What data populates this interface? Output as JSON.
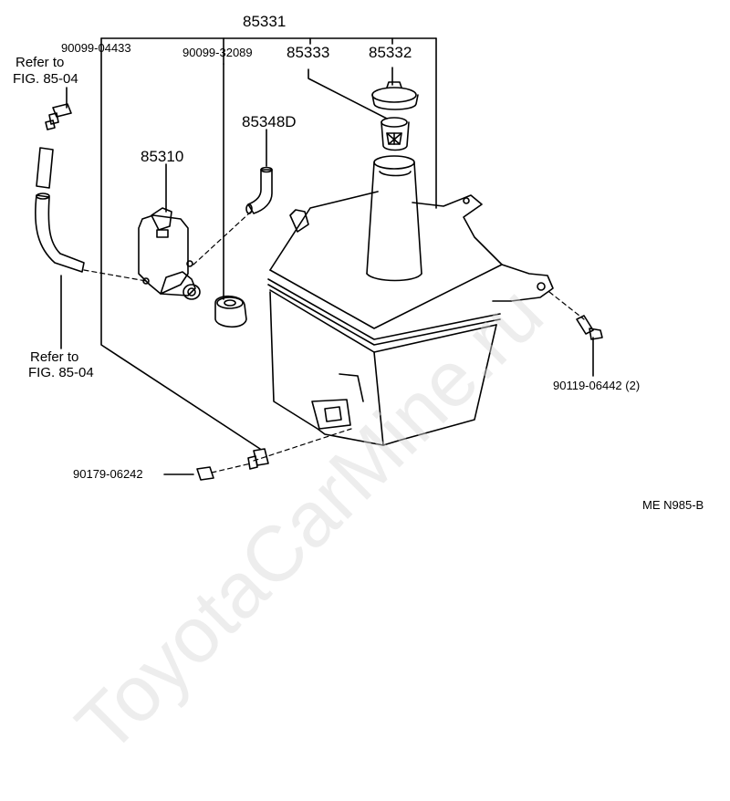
{
  "callouts": {
    "assembly": "85331",
    "clamp": "90099-04433",
    "grommet": "90099-32089",
    "strainer": "85333",
    "cap": "85332",
    "hose": "85348D",
    "pump": "85310",
    "bolt_right": "90119-06442 (2)",
    "bolt_bottom": "90179-06242"
  },
  "refer_top": {
    "line1": "Refer to",
    "line2": "FIG. 85-04"
  },
  "refer_bottom": {
    "line1": "Refer to",
    "line2": "FIG. 85-04"
  },
  "drawing_code": "ME  N985-B",
  "watermark": "ToyotaCarMine.ru"
}
